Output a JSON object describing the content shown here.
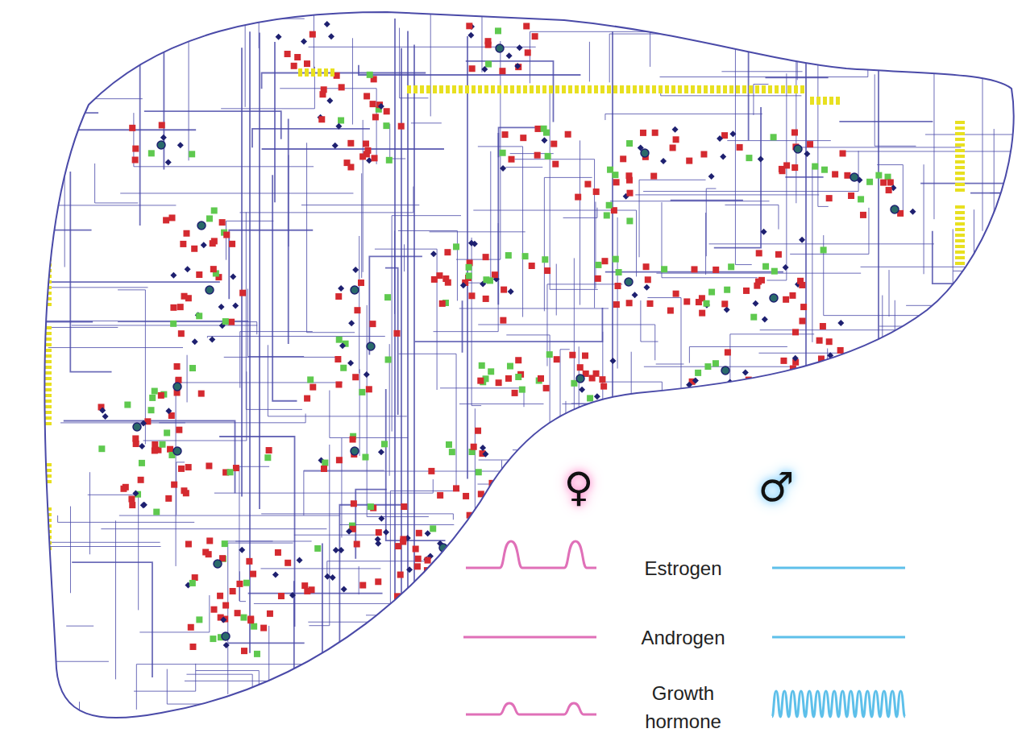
{
  "diagram": {
    "labels": [
      "♀",
      "♂",
      "Estrogen",
      "Androgen",
      "Growth hormone"
    ]
  }
}
